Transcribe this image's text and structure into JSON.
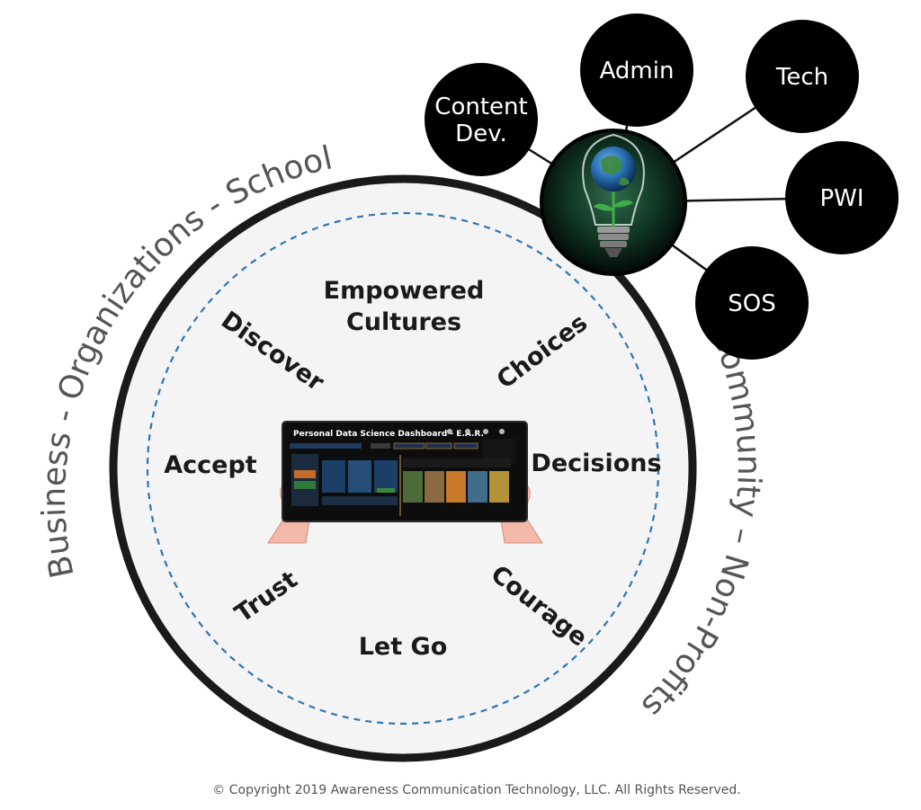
{
  "outer_labels": {
    "left_arc": "Business - Organizations - Schools",
    "right_arc": "Community – Non-Profits"
  },
  "values": {
    "empowered_line1": "Empowered",
    "empowered_line2": "Cultures",
    "discover": "Discover",
    "choices": "Choices",
    "accept": "Accept",
    "decisions": "Decisions",
    "trust": "Trust",
    "courage": "Courage",
    "let_go": "Let Go"
  },
  "dashboard": {
    "title": "Personal Data Science Dashboard - E.A.R."
  },
  "nodes": {
    "content_dev_line1": "Content",
    "content_dev_line2": "Dev.",
    "admin": "Admin",
    "tech": "Tech",
    "pwi": "PWI",
    "sos": "SOS"
  },
  "copyright": "© Copyright 2019 Awareness Communication Technology, LLC. All Rights Reserved.",
  "colors": {
    "ring": "#1a1a1a",
    "inner_fill": "#f4f4f4",
    "dashed": "#2e75b6",
    "node_fill": "#000000",
    "hand_skin": "#f2b9a8"
  }
}
